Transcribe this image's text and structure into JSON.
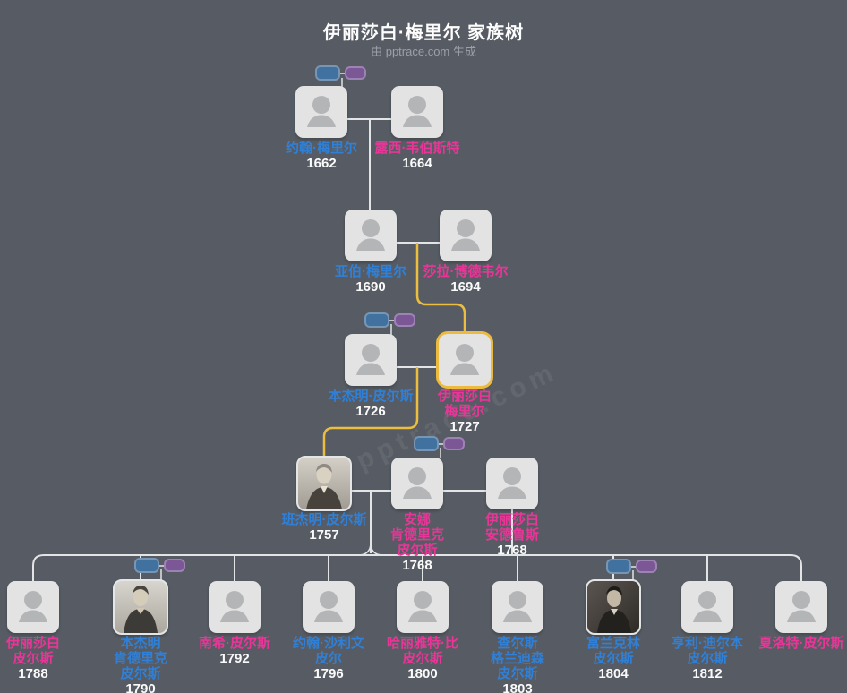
{
  "header": {
    "title": "伊丽莎白·梅里尔 家族树",
    "subtitle": "由 pptrace.com 生成"
  },
  "watermark": "pptrace.com",
  "colors": {
    "background": "#575c64",
    "card": "#e3e3e4",
    "male_name": "#2f80d8",
    "female_name": "#ea3598",
    "year_text": "#fafafa",
    "highlight_gold": "#ecba3e",
    "union_male_chip": "#41719e",
    "union_female_chip": "#7b5795",
    "connector_line": "#e2e4e6"
  },
  "icons": {
    "avatar_placeholder": "person-silhouette",
    "union_male_chip": "blue-rounded-pill",
    "union_female_chip": "purple-rounded-pill"
  },
  "people": {
    "gen1_father": {
      "name": "约翰·梅里尔",
      "year": "1662",
      "gender": "male"
    },
    "gen1_mother": {
      "name": "露西·韦伯斯特",
      "year": "1664",
      "gender": "female"
    },
    "gen2_father": {
      "name": "亚伯·梅里尔",
      "year": "1690",
      "gender": "male"
    },
    "gen2_mother": {
      "name": "莎拉·博德韦尔",
      "year": "1694",
      "gender": "female"
    },
    "gen3_father": {
      "name": "本杰明·皮尔斯",
      "year": "1726",
      "gender": "male"
    },
    "gen3_root": {
      "name": "伊丽莎白\n梅里尔",
      "year": "1727",
      "gender": "female",
      "highlighted": true
    },
    "gen4_son": {
      "name": "班杰明·皮尔斯",
      "year": "1757",
      "gender": "male",
      "portrait": true
    },
    "gen4_wife1": {
      "name": "安娜\n肯德里克\n皮尔斯",
      "year": "1768",
      "gender": "female"
    },
    "gen4_wife2": {
      "name": "伊丽莎白\n安德鲁斯",
      "year": "1768",
      "gender": "female"
    },
    "child1": {
      "name": "伊丽莎白\n皮尔斯",
      "year": "1788",
      "gender": "female"
    },
    "child2": {
      "name": "本杰明\n肯德里克\n皮尔斯",
      "year": "1790",
      "gender": "male",
      "portrait": true
    },
    "child3": {
      "name": "南希·皮尔斯",
      "year": "1792",
      "gender": "female"
    },
    "child4": {
      "name": "约翰·沙利文\n皮尔",
      "year": "1796",
      "gender": "male"
    },
    "child5": {
      "name": "哈丽雅特·比\n皮尔斯",
      "year": "1800",
      "gender": "female"
    },
    "child6": {
      "name": "查尔斯\n格兰迪森\n皮尔斯",
      "year": "1803",
      "gender": "male"
    },
    "child7": {
      "name": "富兰克林\n皮尔斯",
      "year": "1804",
      "gender": "male",
      "portrait": true
    },
    "child8": {
      "name": "亨利·迪尔本\n皮尔斯",
      "year": "1812",
      "gender": "male"
    },
    "child9": {
      "name": "夏洛特·皮尔斯",
      "year": "",
      "gender": "female"
    }
  }
}
